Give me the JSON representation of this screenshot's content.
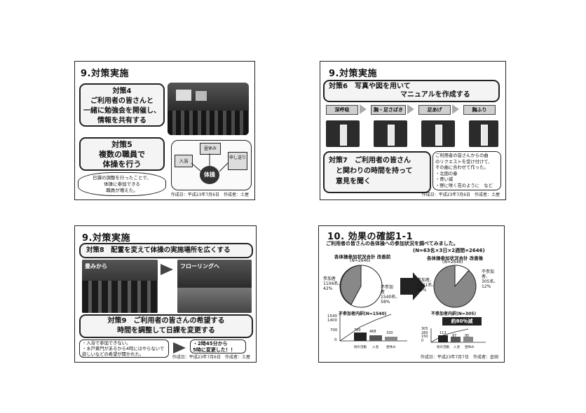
{
  "slides": {
    "s1": {
      "title": "9.対策実施",
      "box1": {
        "line1": "対策4",
        "line2": "ご利用者の皆さんと",
        "line3": "一緒に勉強会を開催し、",
        "line4": "情報を共有する"
      },
      "box2": {
        "line1": "対策5",
        "line2": "複数の職員で",
        "line3": "体操を行う"
      },
      "cloud": {
        "line1": "日課の調整を行ったことで、",
        "line2": "体操に参加できる",
        "line3": "職員が増えた。"
      },
      "diagram": {
        "node_a": "入浴",
        "node_b": "昼休み",
        "node_c": "申し送り",
        "center": "体操"
      },
      "footer": "作成日：平成23年7月6日　作成者：土屋"
    },
    "s2": {
      "title": "9.対策実施",
      "banner": {
        "line1": "対策6　写真や図を用いて",
        "line2": "マニュアルを作成する"
      },
      "steps": [
        "深呼吸",
        "胸・足さばき",
        "足あげ",
        "胸ふり"
      ],
      "box": {
        "line1": "対策7　ご利用者の皆さん",
        "line2": "と関わりの時間を持って",
        "line3": "意見を聞く"
      },
      "note": {
        "line1": "ご利用者の皆さんからの曲",
        "line2": "のリクエストを受け付けて、",
        "line3": "その曲に合わせて作った。",
        "line4": "・北国の春",
        "line5": "・青い城",
        "line6": "・野に咲く花のように　など"
      },
      "footer": "作成日：平成23年7月6日　作成者：土屋"
    },
    "s3": {
      "title": "9.対策実施",
      "banner": "対策8　配置を変えて体操の実施場所を広くする",
      "label_left": "畳みから",
      "label_right": "フローリングへ",
      "box9": {
        "line1": "対策9　ご利用者の皆さんの希望する",
        "line2": "時間を調整して日課を変更する"
      },
      "note_left": {
        "line1": "・入浴で参加できない。",
        "line2": "・水戸黄門があるから4時にはやらないで",
        "line3": "欲しいなどの希望が聞かれた。"
      },
      "note_right": {
        "line1": "・2時45分から",
        "line2": "5時に変更した！！"
      },
      "footer": "作成日：平成23年7月6日　作成者：土屋"
    },
    "s4": {
      "title": "10. 効果の確認1-1",
      "subtitle": "ご利用者の皆さんの各体操への参加状況を調べてみました。",
      "formula": "(N=63名×3日×2週間=2646)",
      "before": {
        "title": "各体操参加状況合計 改善前",
        "n": "(N=2646)",
        "left_label": {
          "a": "参加者",
          "b": "1106名、",
          "c": "42%"
        },
        "right_label": {
          "a": "不参加",
          "b": "者",
          "c": "1540名、",
          "d": "58%"
        }
      },
      "after": {
        "title": "各体操参加状況合計 改善後",
        "n": "(N=2646)",
        "left_label": {
          "a": "参加者、",
          "b": "2341名、",
          "c": "88%"
        },
        "right_label": {
          "a": "不参加",
          "b": "者、",
          "c": "305名、",
          "d": "12%"
        }
      },
      "pareto_left": {
        "title": "不参加者内訳(N=1540)",
        "y_ticks": [
          "1540",
          "1400",
          "700",
          "0"
        ],
        "bars": [
          {
            "label": "他の活動",
            "value": "700"
          },
          {
            "label": "入浴",
            "value": "468"
          },
          {
            "label": "昼休み",
            "value": "330"
          }
        ]
      },
      "pareto_right": {
        "title": "不参加者内訳(N=305)",
        "badge": "約80％減",
        "y_ticks": [
          "305",
          "280",
          "150",
          "0"
        ],
        "bars": [
          {
            "label": "他の活動",
            "value": "113"
          },
          {
            "label": "入浴",
            "value": "97"
          },
          {
            "label": "昼休み",
            "value": "95"
          }
        ]
      },
      "footer": "作成日：平成23年7月7日　作成者：倉田"
    }
  }
}
